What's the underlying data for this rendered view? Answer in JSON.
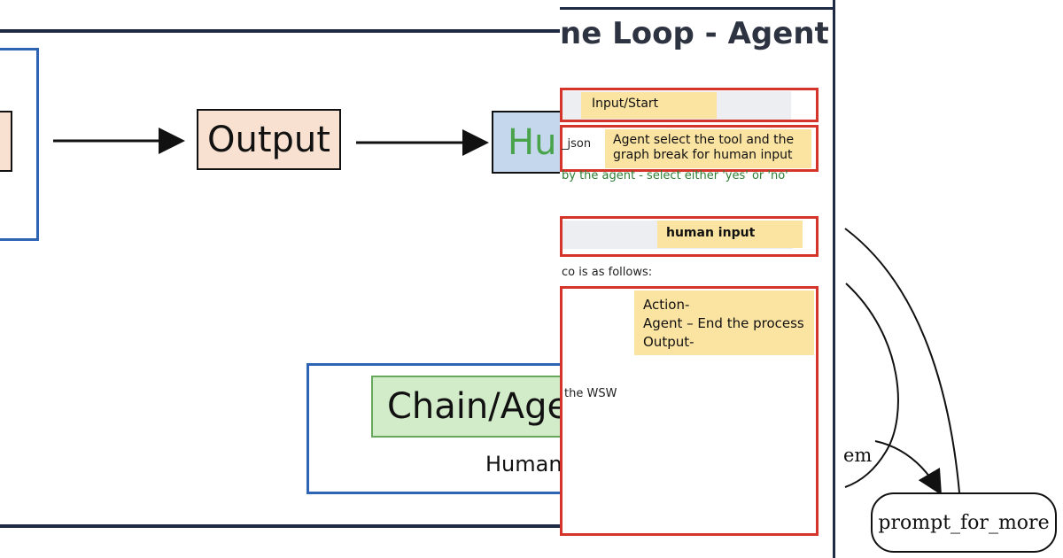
{
  "left_diagram": {
    "output_label": "Output",
    "hum_label": "Hur",
    "chain_label": "Chain/Ager",
    "human_label": "Human"
  },
  "middle_diagram": {
    "title": "ne Loop - Agent",
    "input_start": "Input/Start",
    "json_snippet": "_json",
    "agent_select_line1": "Agent select the tool and the",
    "agent_select_line2": "graph break for human input",
    "agent_hint": "by the agent - select either 'yes' or 'no'",
    "human_input": "human input",
    "follows_text": "co is as follows:",
    "action_label": "Action-",
    "agent_end": "Agent – End the process",
    "output_label": "Output-",
    "wsw_text": "the WSW"
  },
  "right_diagram": {
    "edge_label": "em",
    "node_label": "prompt_for_more"
  },
  "colors": {
    "frame": "#1f2b44",
    "blue_border": "#2f64b5",
    "red_border": "#d5342a",
    "peach": "#f8e1d0",
    "light_blue": "#c5d7ec",
    "green_text": "#48a34a",
    "green_fill": "#d2ebc8",
    "yellow_note": "#fbe3a2",
    "hint_green": "#2e7d32"
  }
}
